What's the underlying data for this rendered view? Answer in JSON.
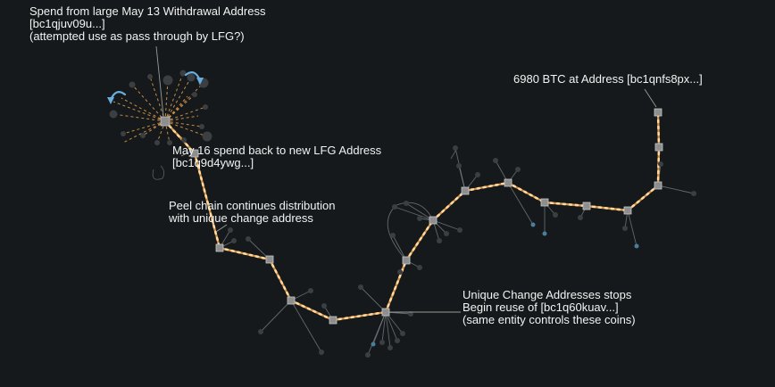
{
  "diagram": {
    "background": "#15191b",
    "colors": {
      "flow_edge": "#e8a04a",
      "flow_particle": "#ffd9a0",
      "faint_edge": "#8a9298",
      "node_fill": "#8e8e8e",
      "node_stroke": "#c8c8c8",
      "leaf_node": "#3c3f41",
      "blue_leaf": "#4a7f9a",
      "loop_arrow": "#6aaee0",
      "callout_line": "#9a9a9a"
    },
    "annotations": {
      "withdrawal": {
        "lines": [
          "Spend from large May 13 Withdrawal Address",
          "[bc1qjuv09u...]",
          "(attempted use as pass through by LFG?)"
        ]
      },
      "spend_back": {
        "lines": [
          "May 16 spend back to new LFG Address",
          "[bc1q9d4ywg...]"
        ]
      },
      "peel_chain": {
        "lines": [
          "Peel chain continues distribution",
          "with unique change address"
        ]
      },
      "change_stops": {
        "lines": [
          "Unique Change Addresses stops",
          "Begin reuse of [bc1q60kuav...]",
          "(same entity controls these coins)"
        ]
      },
      "btc_address": {
        "lines": [
          "6980 BTC at Address [bc1qnfs8px...]"
        ]
      }
    },
    "icons": {
      "loop_arrow": "circular-arrow-icon"
    }
  }
}
